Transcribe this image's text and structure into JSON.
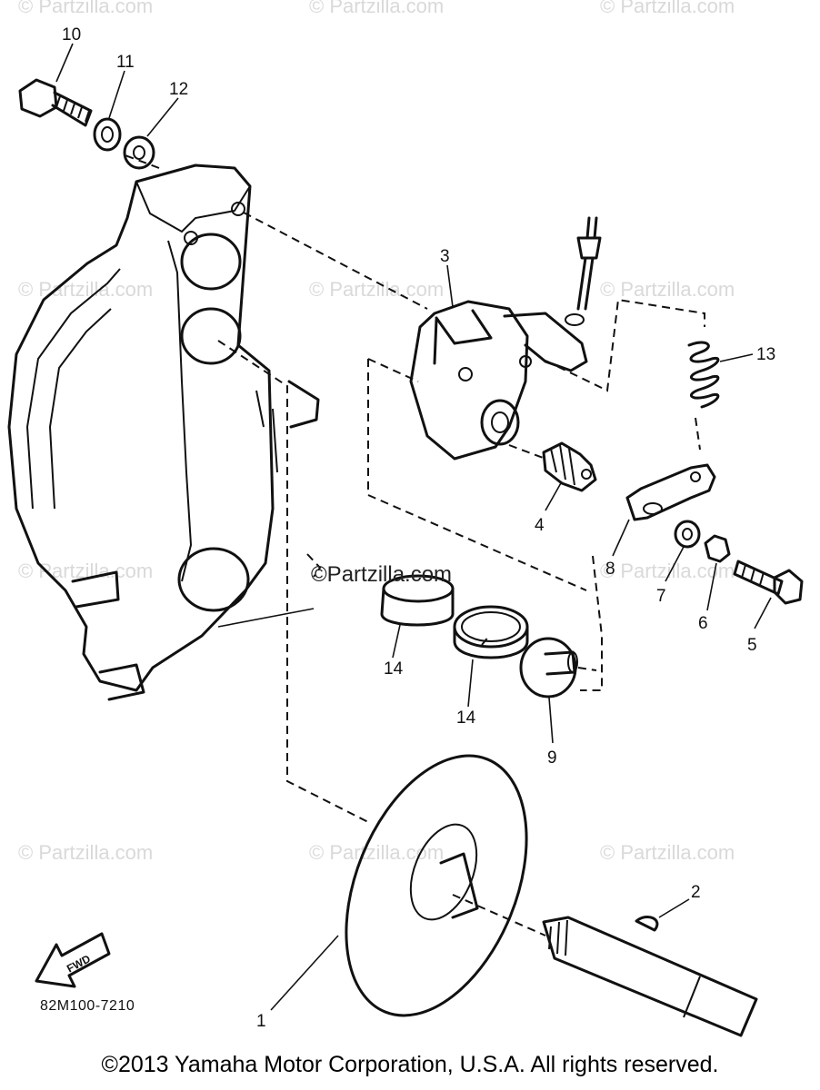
{
  "watermark": "© Partzilla.com",
  "center_watermark": "©Partzilla.com",
  "diagram_code": "82M100-7210",
  "fwd_label": "FWD",
  "copyright": "©2013  Yamaha Motor Corporation, U.S.A. All rights reserved.",
  "callouts": {
    "c1": "1",
    "c2": "2",
    "c3": "3",
    "c4": "4",
    "c5": "5",
    "c6": "6",
    "c7": "7",
    "c8": "8",
    "c9": "9",
    "c10": "10",
    "c11": "11",
    "c12": "12",
    "c13": "13",
    "c14a": "14",
    "c14b": "14"
  }
}
